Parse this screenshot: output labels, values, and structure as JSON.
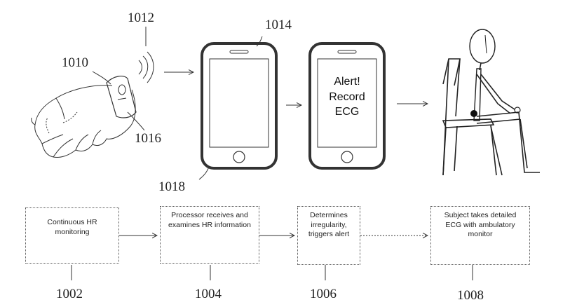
{
  "labels": {
    "l1010": "1010",
    "l1012": "1012",
    "l1014": "1014",
    "l1016": "1016",
    "l1018": "1018",
    "l1002": "1002",
    "l1004": "1004",
    "l1006": "1006",
    "l1008": "1008"
  },
  "phone_alert": {
    "line1": "Alert!",
    "line2": "Record",
    "line3": "ECG"
  },
  "steps": [
    {
      "text": "Continuous HR monitoring"
    },
    {
      "text": "Processor receives and examines HR information"
    },
    {
      "text": "Determines irregularity, triggers alert"
    },
    {
      "text": "Subject takes detailed ECG with ambulatory monitor"
    }
  ]
}
